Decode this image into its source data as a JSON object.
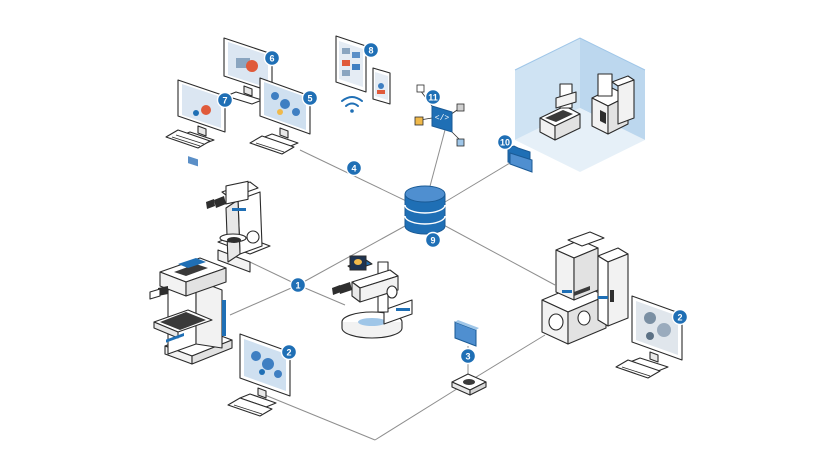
{
  "colors": {
    "accent": "#1f6fb5",
    "accent_light": "#9fc6e8",
    "room_wall": "#cfe3f3",
    "line": "#8e8e8e",
    "outline": "#2b2b2b",
    "body": "#ffffff",
    "screen": "#dbe6f2"
  },
  "badges": {
    "b1": "1",
    "b2a": "2",
    "b2b": "2",
    "b3": "3",
    "b4": "4",
    "b5": "5",
    "b6": "6",
    "b7": "7",
    "b8": "8",
    "b9": "9",
    "b10": "10",
    "b11": "11"
  },
  "icons": {
    "code": "</>",
    "database": "database-icon",
    "wifi": "wifi-icon",
    "folder": "folder-icon",
    "tablet": "tablet-icon",
    "phone": "phone-icon"
  }
}
